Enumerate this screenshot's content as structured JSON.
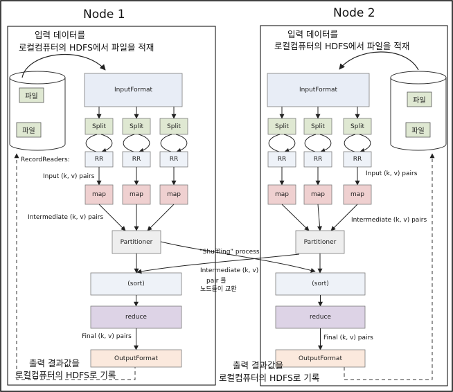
{
  "node1": {
    "title": "Node 1",
    "input_note_line1": "입력 데이터를",
    "input_note_line2": "로컬컴퓨터의 HDFS에서 파일을 적재",
    "file1": "파일",
    "file2": "파일",
    "record_readers": "RecordReaders:",
    "input_pairs": "Input (k, v) pairs",
    "intermediate_pairs": "Intermediate (k, v) pairs",
    "final_pairs": "Final (k, v) pairs",
    "output_note_line1": "출력 결과값을",
    "output_note_line2": "로컬컴퓨터의 HDFS로 기록",
    "input_format": "InputFormat",
    "splits": [
      "Split",
      "Split",
      "Split"
    ],
    "rrs": [
      "RR",
      "RR",
      "RR"
    ],
    "maps": [
      "map",
      "map",
      "map"
    ],
    "partitioner": "Partitioner",
    "sort": "(sort)",
    "reduce": "reduce",
    "output_format": "OutputFormat"
  },
  "node2": {
    "title": "Node 2",
    "input_note_line1": "입력 데이터를",
    "input_note_line2": "로컬컴퓨터의 HDFS에서 파일을 적재",
    "file1": "파일",
    "file2": "파일",
    "input_pairs": "Input (k, v) pairs",
    "intermediate_pairs": "Intermediate (k, v) pairs",
    "final_pairs": "Final (k, v) pairs",
    "output_note_line1": "출력 결과값을",
    "output_note_line2": "로컬컴퓨터의 HDFS로 기록",
    "input_format": "InputFormat",
    "splits": [
      "Split",
      "Split",
      "Split"
    ],
    "rrs": [
      "RR",
      "RR",
      "RR"
    ],
    "maps": [
      "map",
      "map",
      "map"
    ],
    "partitioner": "Partitioner",
    "sort": "(sort)",
    "reduce": "reduce",
    "output_format": "OutputFormat"
  },
  "shuffle": {
    "process": "“Shuffling” process",
    "line1": "Intermediate (k, v)",
    "line2": "pair 를",
    "line3": "노드들이 교환"
  },
  "colors": {
    "input_format_fill": "#e8edf6",
    "split_fill": "#dfe8d2",
    "rr_fill": "#eef2f8",
    "map_fill": "#efd0d0",
    "partitioner_fill": "#eeeeee",
    "sort_fill": "#eef2f8",
    "reduce_fill": "#ddd3e6",
    "output_fill": "#fbe9dd",
    "stroke": "#7a7a7a"
  }
}
